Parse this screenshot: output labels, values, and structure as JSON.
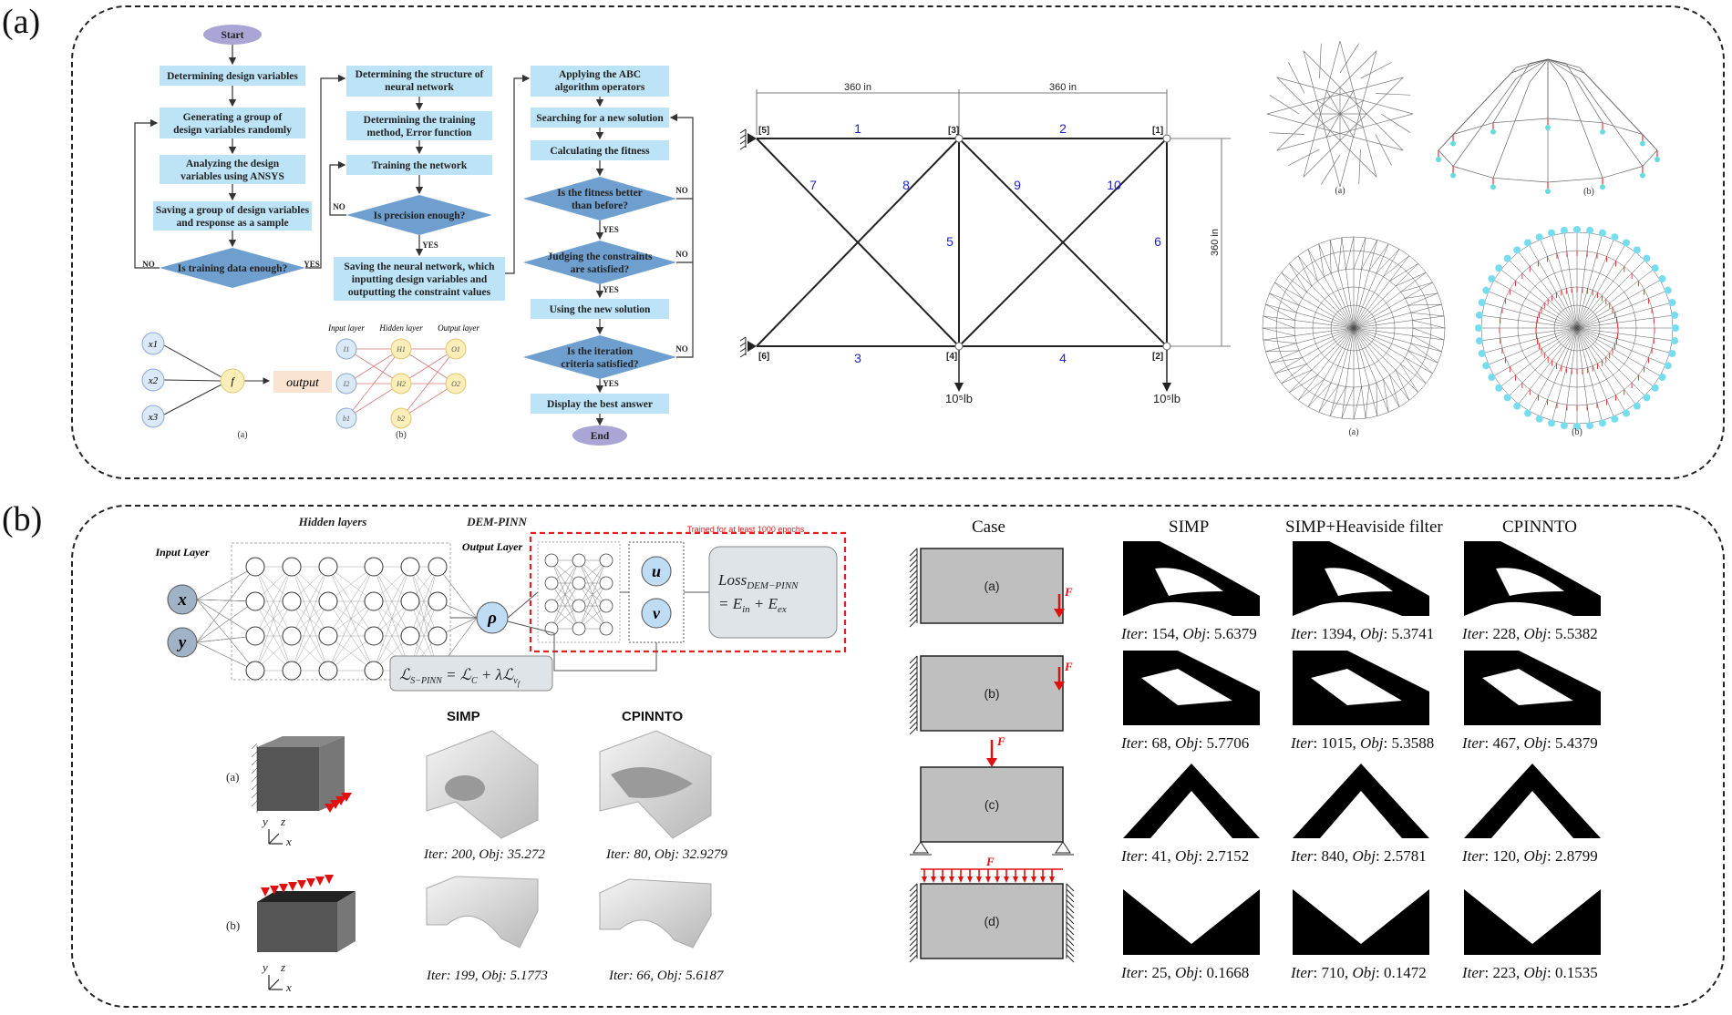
{
  "panels": {
    "a": "(a)",
    "b": "(b)"
  },
  "flowchart1": {
    "start": "Start",
    "steps": [
      "Determining design variables",
      "Generating a group of",
      "design variables randomly",
      "Analyzing the design",
      "variables using ANSYS",
      "Saving a group of design variables",
      "and response as a sample"
    ],
    "decision": "Is training data enough?",
    "no": "NO",
    "yes": "YES"
  },
  "flowchart2": {
    "steps": [
      "Determining the structure of",
      "neural network",
      "Determining the training",
      "method, Error function",
      "Training the network"
    ],
    "decision": "Is precision enough?",
    "final": [
      "Saving the neural network, which",
      "inputting  design variables and",
      "outputting the constraint values"
    ],
    "no": "NO",
    "yes": "YES"
  },
  "flowchart3": {
    "steps": [
      "Applying the ABC",
      "algorithm operators",
      "Searching for a new solution",
      "Calculating the fitness"
    ],
    "decisions": [
      [
        "Is the fitness better",
        "than before?"
      ],
      [
        "Judging the constraints",
        "are satisfied?"
      ],
      [
        "Is the iteration",
        "criteria satisfied?"
      ]
    ],
    "use": "Using the new solution",
    "display": "Display the best answer",
    "end": "End",
    "no": "NO",
    "yes": "YES"
  },
  "neuron": {
    "inputs": [
      "x1",
      "x2",
      "x3"
    ],
    "f": "f",
    "output": "output",
    "caption": "(a)"
  },
  "nn_small": {
    "layers": [
      "Input layer",
      "Hidden layer",
      "Output layer"
    ],
    "input_nodes": [
      "I1",
      "I2",
      "b1"
    ],
    "hidden_nodes": [
      "H1",
      "H2",
      "b2"
    ],
    "output_nodes": [
      "O1",
      "O2"
    ],
    "caption": "(b)"
  },
  "truss": {
    "dim_top_left": "360 in",
    "dim_top_right": "360 in",
    "dim_right": "360 in",
    "nodes": [
      "[5]",
      "[3]",
      "[1]",
      "[6]",
      "[4]",
      "[2]"
    ],
    "members": [
      "1",
      "2",
      "3",
      "4",
      "5",
      "6",
      "7",
      "8",
      "9",
      "10"
    ],
    "loads": [
      "10⁵lb",
      "10⁵lb"
    ]
  },
  "domes": {
    "captions": [
      "(a)",
      "(b)",
      "(a)",
      "(b)"
    ]
  },
  "pinn": {
    "input_layer": "Input Layer",
    "hidden_layers": "Hidden layers",
    "output_layer": "Output Layer",
    "x": "x",
    "y": "y",
    "rho": "ρ",
    "dem_title": "DEM-PINN",
    "trained": "Trained for at least 1000 epochs",
    "u": "u",
    "v": "v",
    "loss_dem": "Loss",
    "loss_dem_sub": "DEM−PINN",
    "loss_dem_eq": "= E",
    "loss_in": "in",
    "loss_plus": " + E",
    "loss_ex": "ex",
    "loss_s": "ℒ",
    "loss_s_sub": "S−PINN",
    "loss_s_eq": " = ℒ",
    "loss_c": "C",
    "loss_lam": " + λℒ",
    "loss_vf": "v",
    "loss_vf2": "f"
  },
  "three_d": {
    "headers": [
      "SIMP",
      "CPINNTO"
    ],
    "case_labels": [
      "(a)",
      "(b)"
    ],
    "axes": [
      "y",
      "z",
      "x"
    ],
    "captions": [
      "Iter: 200, Obj: 35.272",
      "Iter: 80, Obj: 32.9279",
      "Iter: 199, Obj: 5.1773",
      "Iter: 66, Obj: 5.6187"
    ]
  },
  "cases2d": {
    "headers": [
      "Case",
      "SIMP",
      "SIMP+Heaviside  filter",
      "CPINNTO"
    ],
    "case_labels": [
      "(a)",
      "(b)",
      "(c)",
      "(d)"
    ],
    "force": "F",
    "results": [
      [
        {
          "iter": "154",
          "obj": "5.6379"
        },
        {
          "iter": "1394",
          "obj": "5.3741"
        },
        {
          "iter": "228",
          "obj": "5.5382"
        }
      ],
      [
        {
          "iter": "68",
          "obj": "5.7706"
        },
        {
          "iter": "1015",
          "obj": "5.3588"
        },
        {
          "iter": "467",
          "obj": "5.4379"
        }
      ],
      [
        {
          "iter": "41",
          "obj": "2.7152"
        },
        {
          "iter": "840",
          "obj": "2.5781"
        },
        {
          "iter": "120",
          "obj": "2.8799"
        }
      ],
      [
        {
          "iter": "25",
          "obj": "0.1668"
        },
        {
          "iter": "710",
          "obj": "0.1472"
        },
        {
          "iter": "223",
          "obj": "0.1535"
        }
      ]
    ],
    "iter_label": "Iter",
    "obj_label": "Obj"
  }
}
